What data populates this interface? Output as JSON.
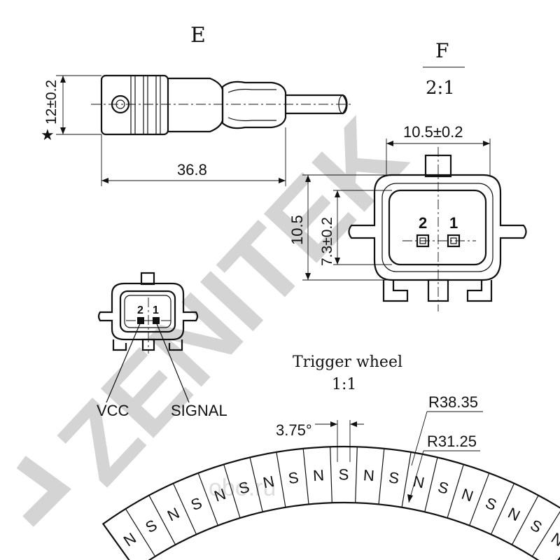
{
  "view_e": {
    "title": "E",
    "dim_height": "12±0.2",
    "dim_length": "36.8",
    "star": "★"
  },
  "view_f": {
    "title": "F",
    "scale": "2:1",
    "dim_width": "10.5±0.2",
    "dim_height_outer": "10.5",
    "dim_height_inner": "7.3±0.2",
    "pin_2": "2",
    "pin_1": "1"
  },
  "connector_face": {
    "pin_2": "2",
    "pin_1": "1",
    "label_vcc": "VCC",
    "label_signal": "SIGNAL"
  },
  "trigger_wheel": {
    "title": "Trigger wheel",
    "scale": "1:1",
    "angle": "3.75°",
    "r_outer": "R38.35",
    "r_inner": "R31.25",
    "poles": [
      "N",
      "S",
      "N",
      "S",
      "N",
      "S",
      "N",
      "S",
      "N",
      "S",
      "N",
      "S",
      "N",
      "S",
      "N",
      "S",
      "N",
      "S",
      "N"
    ]
  },
  "watermark": {
    "brand": "ZENITEK",
    "site": "obo.ru"
  }
}
